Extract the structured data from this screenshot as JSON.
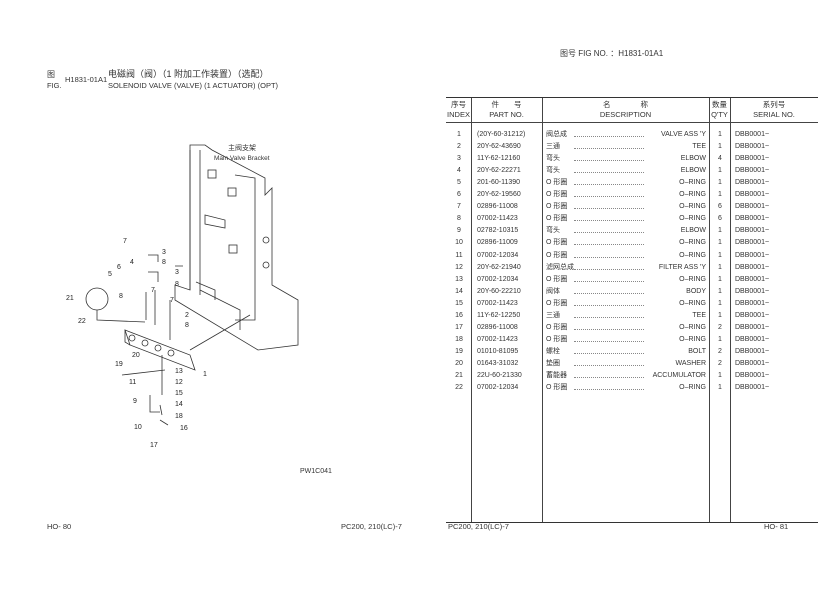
{
  "header": {
    "fig_no_label": "图号 FIG NO. ：H1831-01A1",
    "fig_cn": "图",
    "fig_en": "FIG.",
    "fig_code": "H1831-01A1",
    "title_cn": "电磁阀（阀）（1 附加工作装置）（选配）",
    "title_en": "SOLENOID VALVE (VALVE) (1 ACTUATOR) (OPT)"
  },
  "diagram": {
    "bracket_cn": "主阀支架",
    "bracket_en": "Main Valve Bracket",
    "drawing_no": "PW1C041",
    "callouts": [
      "7",
      "3",
      "8",
      "4",
      "5",
      "6",
      "3",
      "7",
      "8",
      "21",
      "8",
      "7",
      "2",
      "22",
      "8",
      "20",
      "19",
      "1",
      "13",
      "11",
      "12",
      "15",
      "9",
      "14",
      "18",
      "10",
      "16",
      "17"
    ]
  },
  "table": {
    "headers": {
      "index_cn": "序号",
      "index_en": "INDEX",
      "part_cn": "件　　号",
      "part_en": "PART NO.",
      "desc_cn": "名　　　　称",
      "desc_en": "DESCRIPTION",
      "qty_cn": "数量",
      "qty_en": "Q'TY",
      "serial_cn": "系列号",
      "serial_en": "SERIAL NO."
    },
    "rows": [
      {
        "index": "1",
        "part": "(20Y-60-31212)",
        "cn": "阀总成",
        "en": "VALVE ASS 'Y",
        "qty": "1",
        "serial": "DBB0001~"
      },
      {
        "index": "2",
        "part": "20Y-62-43690",
        "cn": "三通",
        "en": "TEE",
        "qty": "1",
        "serial": "DBB0001~"
      },
      {
        "index": "3",
        "part": "11Y-62-12160",
        "cn": "弯头",
        "en": "ELBOW",
        "qty": "4",
        "serial": "DBB0001~"
      },
      {
        "index": "4",
        "part": "20Y-62-22271",
        "cn": "弯头",
        "en": "ELBOW",
        "qty": "1",
        "serial": "DBB0001~"
      },
      {
        "index": "5",
        "part": "201-60-11390",
        "cn": "O 形圈",
        "en": "O–RING",
        "qty": "1",
        "serial": "DBB0001~"
      },
      {
        "index": "6",
        "part": "20Y-62-19560",
        "cn": "O 形圈",
        "en": "O–RING",
        "qty": "1",
        "serial": "DBB0001~"
      },
      {
        "index": "7",
        "part": "02896-11008",
        "cn": "O 形圈",
        "en": "O–RING",
        "qty": "6",
        "serial": "DBB0001~"
      },
      {
        "index": "8",
        "part": "07002-11423",
        "cn": "O 形圈",
        "en": "O–RING",
        "qty": "6",
        "serial": "DBB0001~"
      },
      {
        "index": "9",
        "part": "02782-10315",
        "cn": "弯头",
        "en": "ELBOW",
        "qty": "1",
        "serial": "DBB0001~"
      },
      {
        "index": "10",
        "part": "02896-11009",
        "cn": "O 形圈",
        "en": "O–RING",
        "qty": "1",
        "serial": "DBB0001~"
      },
      {
        "index": "11",
        "part": "07002-12034",
        "cn": "O 形圈",
        "en": "O–RING",
        "qty": "1",
        "serial": "DBB0001~"
      },
      {
        "index": "12",
        "part": "20Y-62-21940",
        "cn": "滤网总成",
        "en": "FILTER ASS 'Y",
        "qty": "1",
        "serial": "DBB0001~"
      },
      {
        "index": "13",
        "part": "07002-12034",
        "cn": "O 形圈",
        "en": "O–RING",
        "qty": "1",
        "serial": "DBB0001~"
      },
      {
        "index": "14",
        "part": "20Y-60-22210",
        "cn": "阀体",
        "en": "BODY",
        "qty": "1",
        "serial": "DBB0001~"
      },
      {
        "index": "15",
        "part": "07002-11423",
        "cn": "O 形圈",
        "en": "O–RING",
        "qty": "1",
        "serial": "DBB0001~"
      },
      {
        "index": "16",
        "part": "11Y-62-12250",
        "cn": "三通",
        "en": "TEE",
        "qty": "1",
        "serial": "DBB0001~"
      },
      {
        "index": "17",
        "part": "02896-11008",
        "cn": "O 形圈",
        "en": "O–RING",
        "qty": "2",
        "serial": "DBB0001~"
      },
      {
        "index": "18",
        "part": "07002-11423",
        "cn": "O 形圈",
        "en": "O–RING",
        "qty": "1",
        "serial": "DBB0001~"
      },
      {
        "index": "19",
        "part": "01010-81095",
        "cn": "螺栓",
        "en": "BOLT",
        "qty": "2",
        "serial": "DBB0001~"
      },
      {
        "index": "20",
        "part": "01643-31032",
        "cn": "垫圈",
        "en": "WASHER",
        "qty": "2",
        "serial": "DBB0001~"
      },
      {
        "index": "21",
        "part": "22U-60-21330",
        "cn": "蓄能器",
        "en": "ACCUMULATOR",
        "qty": "1",
        "serial": "DBB0001~"
      },
      {
        "index": "22",
        "part": "07002-12034",
        "cn": "O 形圈",
        "en": "O–RING",
        "qty": "1",
        "serial": "DBB0001~"
      }
    ]
  },
  "footer": {
    "left_page": "HO- 80",
    "left_model": "PC200, 210(LC)-7",
    "right_model": "PC200, 210(LC)-7",
    "right_page": "HO- 81"
  }
}
